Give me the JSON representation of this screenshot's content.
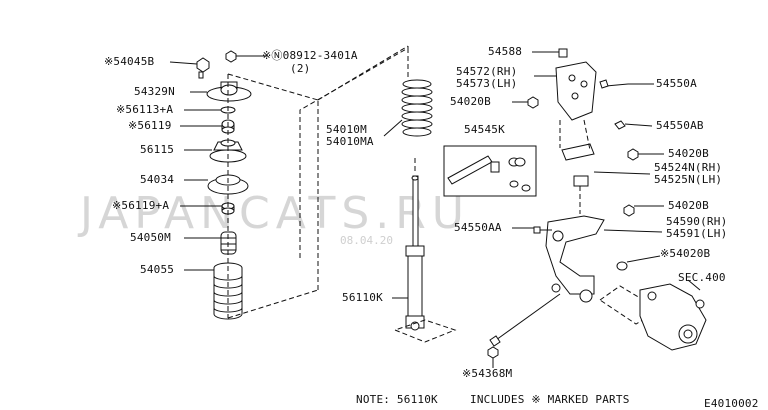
{
  "watermark": {
    "text": "JAPANCATS.RU",
    "date": "08.04.20"
  },
  "labels": {
    "l54045B": "※54045B",
    "l08912": "※Ⓝ08912-3401A",
    "l08912qty": "(2)",
    "l54329N": "54329N",
    "l56113A": "※56113+A",
    "l56119": "※56119",
    "l56115": "56115",
    "l54034": "54034",
    "l56119A": "※56119+A",
    "l54050M": "54050M",
    "l54055": "54055",
    "l54010M": "54010M",
    "l54010MA": "54010MA",
    "l56110K": "56110K",
    "l54588": "54588",
    "l54572": "54572(RH)",
    "l54573": "54573(LH)",
    "l54550A": "54550A",
    "l54020B_a": "54020B",
    "l54545K": "54545K",
    "l54550AB": "54550AB",
    "l54020B_b": "54020B",
    "l54524N": "54524N(RH)",
    "l54525N": "54525N(LH)",
    "l54020B_c": "54020B",
    "l54550AA": "54550AA",
    "l54590": "54590(RH)",
    "l54591": "54591(LH)",
    "l54020B_d": "※54020B",
    "lSEC400": "SEC.400",
    "l54368M": "※54368M"
  },
  "note": {
    "prefix": "NOTE: 56110K",
    "text": "INCLUDES ※ MARKED PARTS"
  },
  "diagram_code": "E4010002"
}
